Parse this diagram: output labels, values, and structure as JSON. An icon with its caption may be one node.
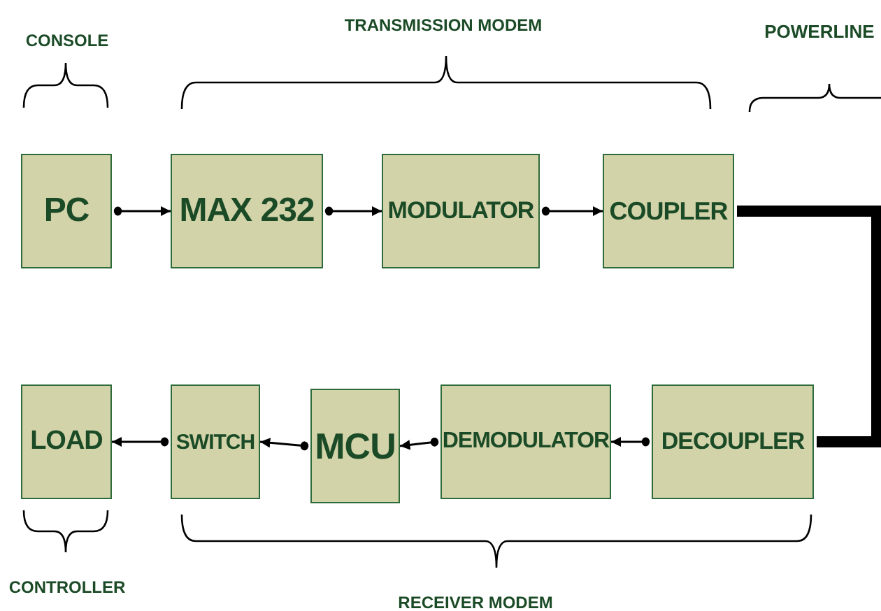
{
  "diagram": {
    "nodes": [
      {
        "text": [
          "PC"
        ]
      },
      {
        "text": [
          "MAX 232"
        ]
      },
      {
        "text": [
          "MODULATOR"
        ]
      },
      {
        "text": [
          "COUPLER"
        ]
      },
      {
        "text": [
          "LOAD"
        ]
      },
      {
        "text": [
          "SWITCH"
        ]
      },
      {
        "text": [
          "MCU"
        ]
      },
      {
        "text": [
          "DEMODULATOR"
        ]
      },
      {
        "text": [
          "DECOUPLER"
        ]
      }
    ],
    "edges": [
      {
        "from": 0,
        "to": 1,
        "arrow": "to"
      },
      {
        "from": 1,
        "to": 2,
        "arrow": "to"
      },
      {
        "from": 2,
        "to": 3,
        "arrow": "to"
      },
      {
        "from": 3,
        "to": 8,
        "arrow": "none",
        "style": "thick"
      },
      {
        "from": 8,
        "to": 7,
        "arrow": "to"
      },
      {
        "from": 7,
        "to": 6,
        "arrow": "to"
      },
      {
        "from": 6,
        "to": 5,
        "arrow": "to"
      },
      {
        "from": 5,
        "to": 4,
        "arrow": "to"
      }
    ],
    "labels": [
      "CONSOLE",
      "TRANSMISSION MODEM",
      "POWERLINE",
      "CONTROLLER",
      "RECEIVER MODEM"
    ]
  }
}
